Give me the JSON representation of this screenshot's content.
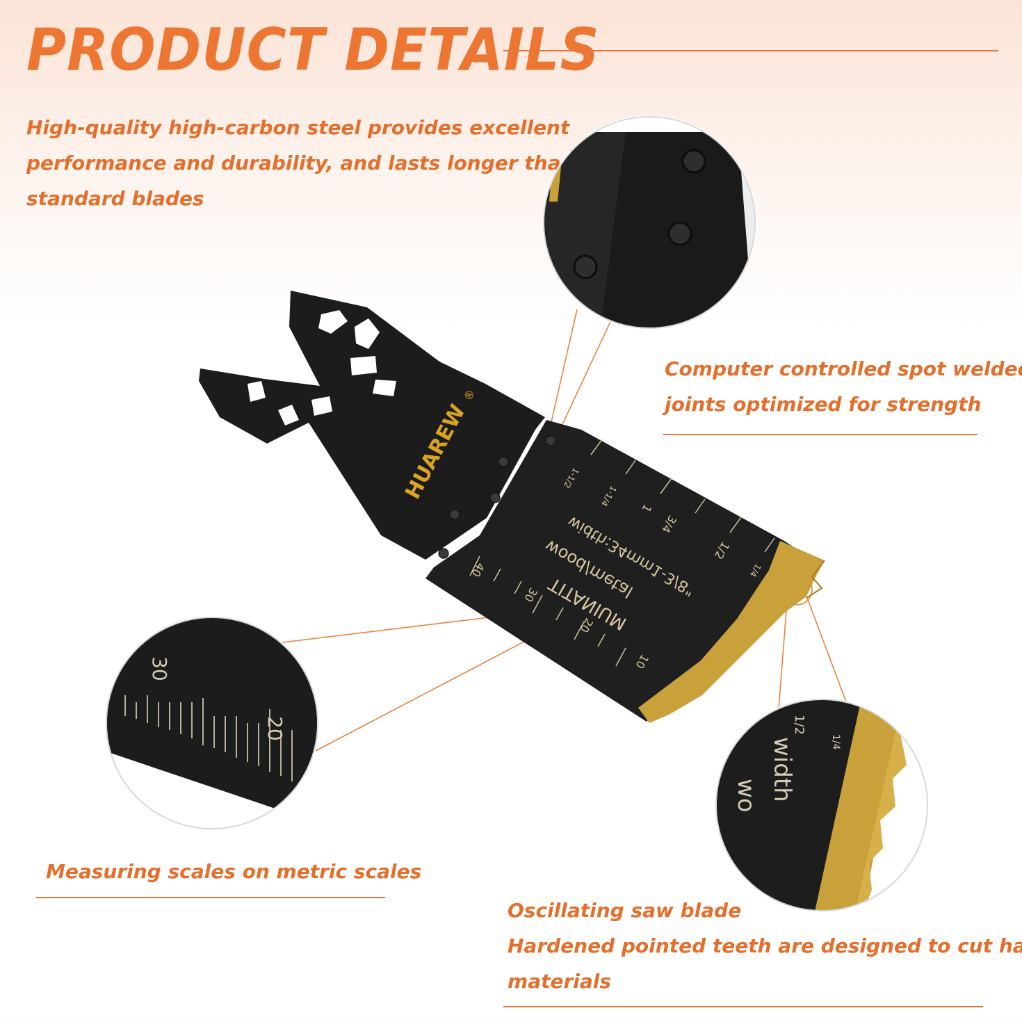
{
  "title": "PRODUCT DETAILS",
  "intro": {
    "lines": [
      "High-quality high-carbon steel provides excellent",
      "performance and durability, and lasts longer than",
      "standard blades"
    ]
  },
  "weld": {
    "lines": [
      "Computer controlled spot welded",
      "joints optimized for strength"
    ]
  },
  "scale": {
    "label": "Measuring scales on metric scales"
  },
  "blade": {
    "lines": [
      "Oscillating saw blade",
      "Hardened pointed teeth are designed to cut harder",
      "materials"
    ]
  },
  "product": {
    "brand": "HUAREW",
    "reg_mark": "®",
    "engraving": [
      "width:34mm1-3/8\"",
      "wood/metal",
      "TITANIUM"
    ],
    "metric_ticks": [
      "10",
      "20",
      "30",
      "40"
    ],
    "inch_ticks": [
      "1/4",
      "1/2",
      "3/4",
      "1",
      "1-1/4",
      "1-1/2"
    ]
  },
  "zoom": {
    "scale_numbers": [
      "30",
      "20"
    ],
    "blade_text": [
      "wo",
      "width",
      "1/2",
      "1/4"
    ]
  },
  "colors": {
    "accent": "#ec7632",
    "rule": "#e4773c",
    "steel": "#1c1c1c",
    "gold": "#c9a13a"
  }
}
